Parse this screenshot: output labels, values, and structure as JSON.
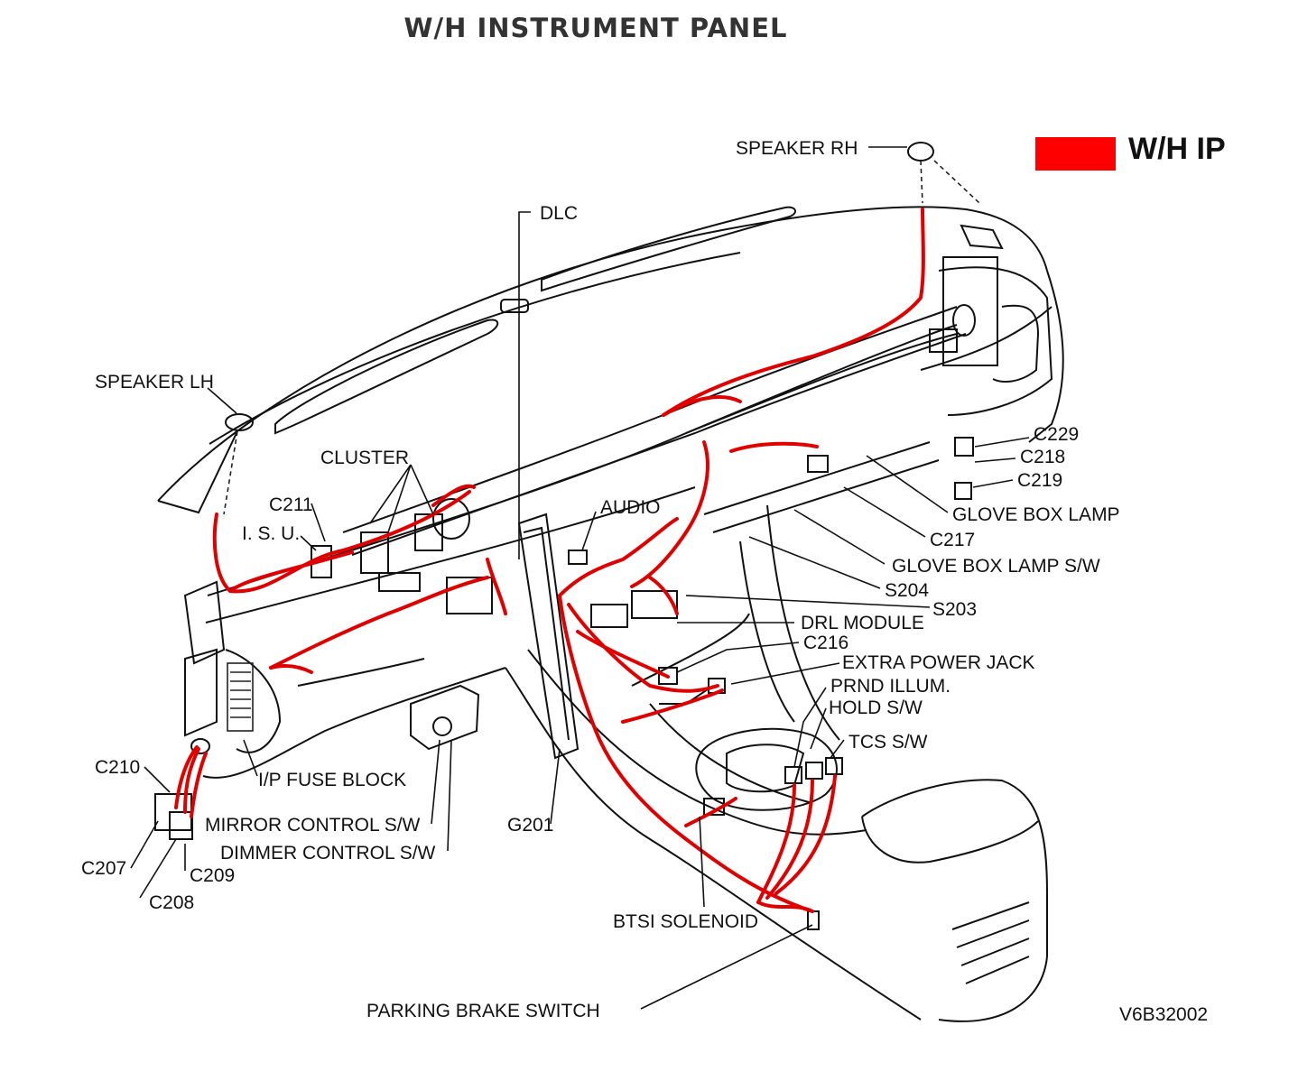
{
  "title": "W/H INSTRUMENT PANEL",
  "legend": {
    "label": "W/H IP",
    "color": "#ff0000"
  },
  "figure_id": "V6B32002",
  "colors": {
    "wire": "#e00000",
    "line": "#111111"
  },
  "labels": {
    "speaker_rh": "SPEAKER RH",
    "dlc": "DLC",
    "speaker_lh": "SPEAKER LH",
    "cluster": "CLUSTER",
    "c211": "C211",
    "isu": "I. S. U.",
    "audio": "AUDIO",
    "c229": "C229",
    "c218": "C218",
    "c219": "C219",
    "glove_box_lamp": "GLOVE BOX LAMP",
    "c217": "C217",
    "glove_box_lamp_sw": "GLOVE BOX LAMP S/W",
    "s204": "S204",
    "s203": "S203",
    "drl_module": "DRL MODULE",
    "c216": "C216",
    "extra_power_jack": "EXTRA POWER JACK",
    "prnd_illum": "PRND ILLUM.",
    "hold_sw": "HOLD S/W",
    "tcs_sw": "TCS S/W",
    "c210": "C210",
    "ip_fuse_block": "I/P FUSE BLOCK",
    "mirror_control_sw": "MIRROR CONTROL S/W",
    "dimmer_control_sw": "DIMMER CONTROL S/W",
    "g201": "G201",
    "c207": "C207",
    "c209": "C209",
    "c208": "C208",
    "btsi_solenoid": "BTSI SOLENOID",
    "parking_brake_switch": "PARKING BRAKE SWITCH"
  }
}
